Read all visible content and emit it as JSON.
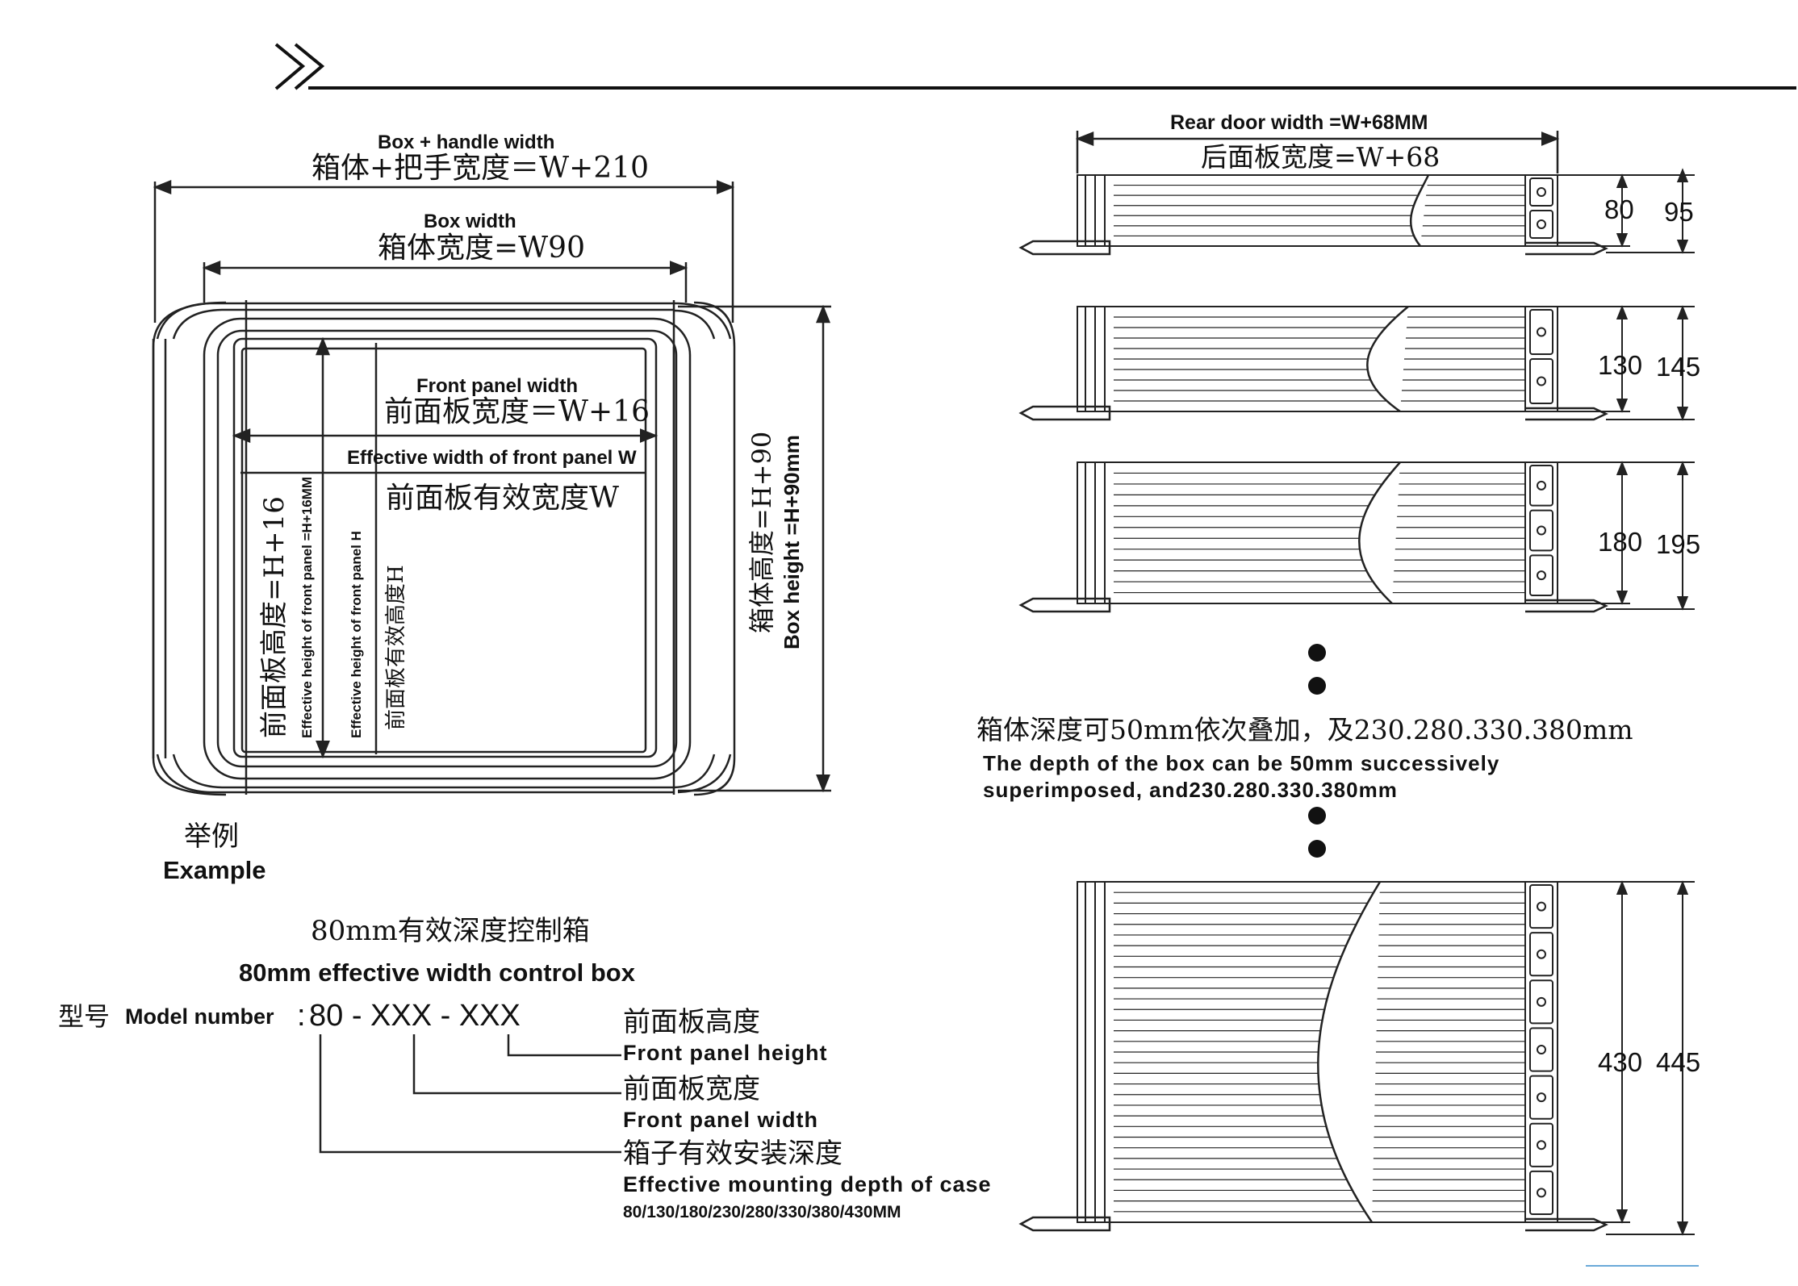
{
  "header": {
    "chevron_icon": "double-chevron-right-icon"
  },
  "front_view": {
    "box_handle_width_en": "Box + handle width",
    "box_handle_width_cn": "箱体+把手宽度＝W+210",
    "box_width_en": "Box width",
    "box_width_cn": "箱体宽度=W90",
    "front_panel_width_en": "Front panel width",
    "front_panel_width_cn": "前面板宽度＝W+16",
    "effective_width_en": "Effective width of front panel W",
    "effective_width_cn": "前面板有效宽度W",
    "panel_height_cn": "前面板高度=H+16",
    "panel_height_en": "Effective height of front panel =H+16MM",
    "effective_height_en": "Effective height of front panel H",
    "effective_height_cn": "前面板有效高度H",
    "box_height_cn": "箱体高度=H+90",
    "box_height_en": "Box height =H+90mm"
  },
  "example": {
    "label_cn": "举例",
    "label_en": "Example",
    "title_cn": "80mm有效深度控制箱",
    "title_en": "80mm effective width control box",
    "model_cn": "型号",
    "model_en": "Model number",
    "model_colon": ":",
    "model_value": "80 - XXX - XXX",
    "callouts": [
      {
        "cn": "前面板高度",
        "en": "Front panel height"
      },
      {
        "cn": "前面板宽度",
        "en": "Front panel width"
      },
      {
        "cn": "箱子有效安装深度",
        "en": "Effective mounting depth of case",
        "extra": "80/130/180/230/280/330/380/430MM"
      }
    ]
  },
  "side_views": {
    "rear_width_en": "Rear door width =W+68MM",
    "rear_width_cn": "后面板宽度=W+68",
    "boxes": [
      {
        "inner": "80",
        "outer": "95"
      },
      {
        "inner": "130",
        "outer": "145"
      },
      {
        "inner": "180",
        "outer": "195"
      },
      {
        "inner": "430",
        "outer": "445"
      }
    ],
    "depth_note_cn": "箱体深度可50mm依次叠加，及230.280.330.380mm",
    "depth_note_en_1": "The depth of the box can be 50mm successively",
    "depth_note_en_2": "superimposed, and230.280.330.380mm"
  }
}
